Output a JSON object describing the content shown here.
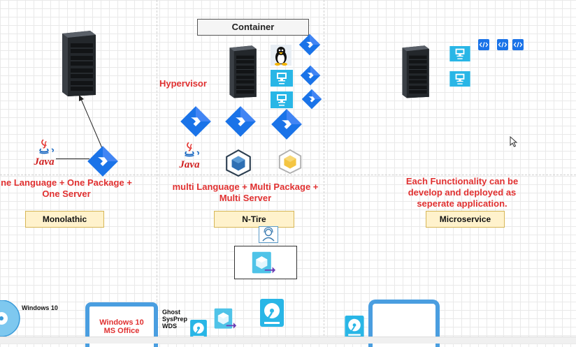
{
  "container_label": "Container",
  "hypervisor_label": "Hypervisor",
  "java_label": "Java",
  "monolithic": {
    "description": "ne Language + One Package + One Server",
    "title": "Monolathic"
  },
  "ntier": {
    "description": "multi Language + Multi Package + Multi Server",
    "title": "N-Tire"
  },
  "microservice": {
    "description": "Each Functionality can be develop and deployed as seperate application.",
    "title": "Microservice",
    "code_tag": "</>"
  },
  "bottom": {
    "windows10_label": "Windows 10",
    "windows_box_text": "Windows 10 MS Office",
    "ghost_label": "Ghost SysPrep WDS"
  },
  "colors": {
    "red_text": "#e03030",
    "label_fill": "#fff2cc",
    "label_border": "#d6b656",
    "kubernetes_blue": "#1a73e8",
    "vm_cyan": "#29b6e6",
    "server_dark": "#2a2e33"
  },
  "icons": {
    "server": "server-rack-icon",
    "blue_diamond": "kubernetes-diamond-icon",
    "linux": "linux-tux-icon",
    "vm": "vm-monitor-icon",
    "java": "java-cup-icon",
    "package": "package-cube-icon",
    "user": "user-headset-icon",
    "deploy": "deploy-cube-arrow-icon",
    "disk": "hard-disk-icon",
    "cd": "cd-disc-icon",
    "code": "code-tag-icon",
    "cursor": "mouse-pointer-icon"
  }
}
